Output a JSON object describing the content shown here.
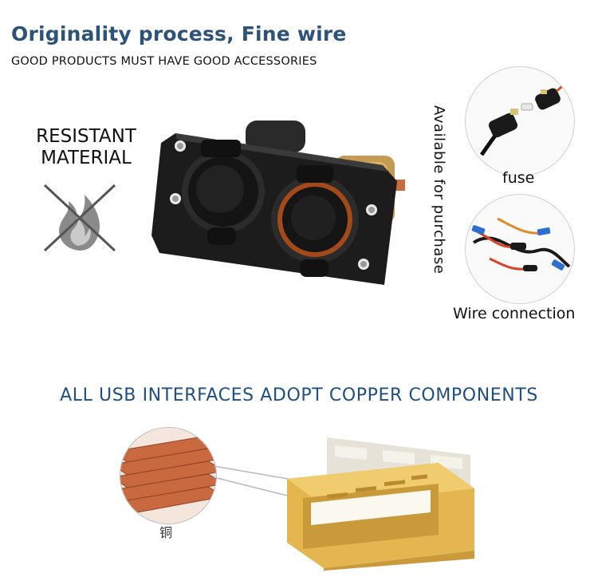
{
  "header": {
    "title": "Originality process, Fine wire",
    "subtitle": "GOOD PRODUCTS MUST HAVE GOOD ACCESSORIES"
  },
  "left_feature": {
    "lines": [
      "RESISTANT",
      "MATERIAL"
    ],
    "icon": "no-fire-icon"
  },
  "side_text": "Available for purchase",
  "accessories": [
    {
      "label": "fuse",
      "icon": "fuse-icon"
    },
    {
      "label": "Wire connection",
      "icon": "wire-connection-icon"
    }
  ],
  "usb_section": {
    "heading": "ALL USB INTERFACES ADOPT COPPER COMPONENTS",
    "copper_label": "铜"
  },
  "colors": {
    "title_blue": "#2d5379",
    "heading_blue": "#1f4f7f",
    "copper": "#c8693f",
    "usb_yellow": "#e3b64f",
    "panel_black": "#1c1c1c"
  }
}
